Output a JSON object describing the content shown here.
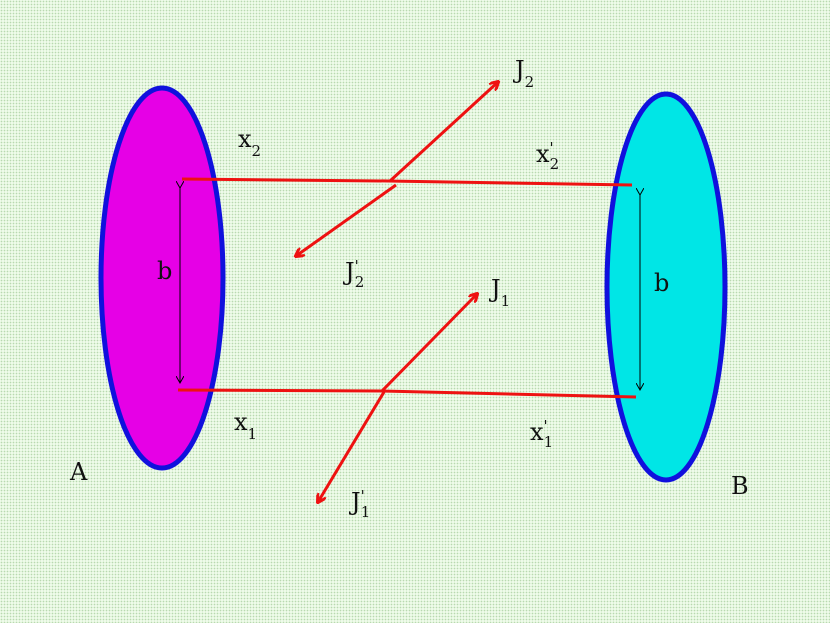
{
  "colors": {
    "ellipse_a_fill": "#e600e6",
    "ellipse_b_fill": "#00e6e6",
    "ellipse_stroke": "#1010dd",
    "arrow": "#ee1111",
    "measure": "#000000"
  },
  "labels": {
    "x2": {
      "main": "x",
      "sub": "2",
      "prime": ""
    },
    "x2p": {
      "main": "x",
      "sub": "2",
      "prime": "'"
    },
    "x1": {
      "main": "x",
      "sub": "1",
      "prime": ""
    },
    "x1p": {
      "main": "x",
      "sub": "1",
      "prime": "'"
    },
    "J2": {
      "main": "J",
      "sub": "2",
      "prime": ""
    },
    "J2p": {
      "main": "J",
      "sub": "2",
      "prime": "'"
    },
    "J1": {
      "main": "J",
      "sub": "1",
      "prime": ""
    },
    "J1p": {
      "main": "J",
      "sub": "1",
      "prime": "'"
    },
    "b_left": "b",
    "b_right": "b",
    "A": "A",
    "B": "B"
  }
}
